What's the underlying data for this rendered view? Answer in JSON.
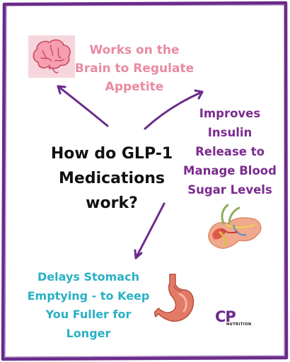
{
  "question": {
    "line1": "How do GLP-1",
    "line2": "Medications",
    "line3": "work?"
  },
  "benefits": {
    "brain": {
      "line1": "Works on the",
      "line2": "Brain to Regulate",
      "line3": "Appetite"
    },
    "insulin": {
      "line1": "Improves",
      "line2": "Insulin",
      "line3": "Release to",
      "line4": "Manage Blood",
      "line5": "Sugar Levels"
    },
    "stomach": {
      "line1": "Delays Stomach",
      "line2": "Emptying - to Keep",
      "line3": "You Fuller for",
      "line4": "Longer"
    }
  },
  "brand": {
    "logo": "CP",
    "sub": "NUTRITION"
  },
  "icons": [
    "brain-icon",
    "pancreas-icon",
    "stomach-icon"
  ],
  "colors": {
    "frame": "#6a2b8b",
    "brain_text": "#e98aa0",
    "insulin_text": "#7b2b8e",
    "stomach_text": "#2ab0c4",
    "arrow": "#6a2b8b"
  }
}
